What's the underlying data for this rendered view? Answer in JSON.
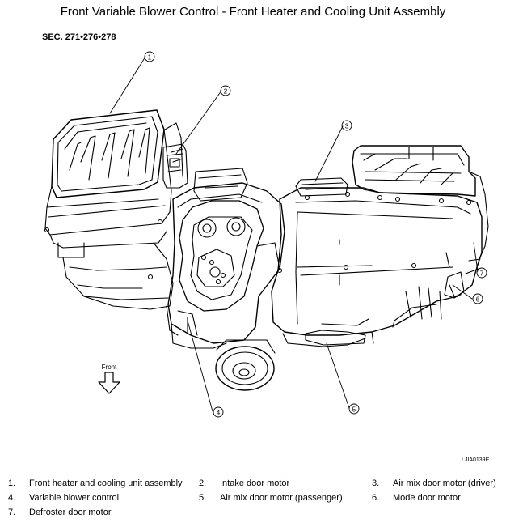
{
  "title": "Front Variable Blower Control - Front Heater and Cooling Unit Assembly",
  "section": "SEC. 271•276•278",
  "front_label": "Front",
  "image_code": "LJIA0139E",
  "callouts": [
    "1",
    "2",
    "3",
    "4",
    "5",
    "6",
    "7"
  ],
  "legend": [
    {
      "num": "1.",
      "text": "Front heater and cooling unit assembly"
    },
    {
      "num": "2.",
      "text": "Intake door motor"
    },
    {
      "num": "3.",
      "text": "Air mix door motor (driver)"
    },
    {
      "num": "4.",
      "text": "Variable blower control"
    },
    {
      "num": "5.",
      "text": "Air mix door motor (passenger)"
    },
    {
      "num": "6.",
      "text": "Mode door motor"
    },
    {
      "num": "7.",
      "text": "Defroster door motor"
    }
  ]
}
